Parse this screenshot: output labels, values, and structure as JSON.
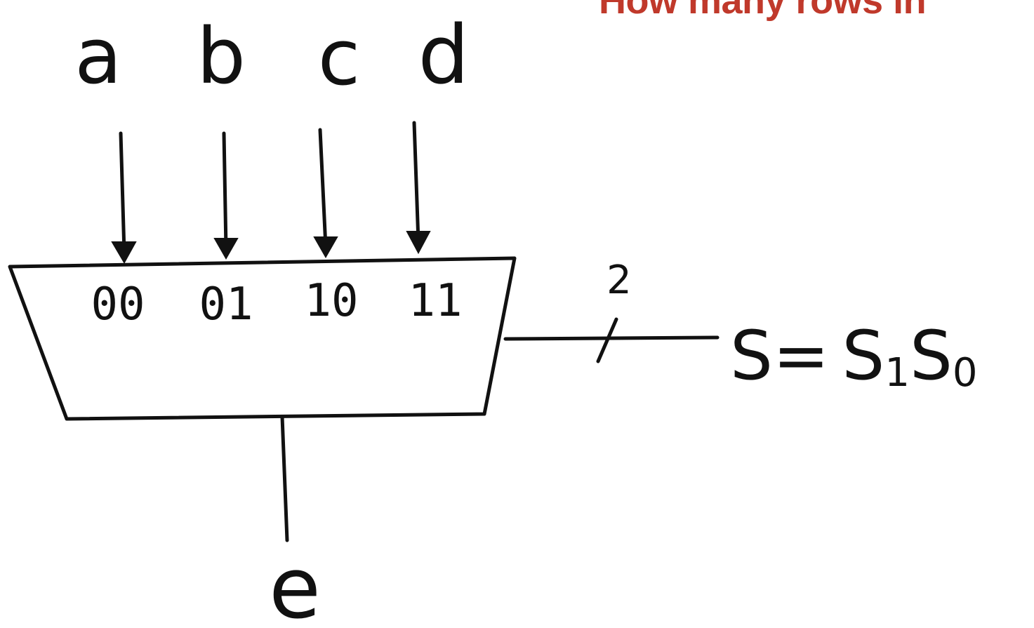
{
  "slide": {
    "title": "How many rows in",
    "title_color": "#c0392b"
  },
  "diagram": {
    "ink_color": "#111111",
    "inputs": [
      {
        "label": "a",
        "code": "00"
      },
      {
        "label": "b",
        "code": "01"
      },
      {
        "label": "c",
        "code": "10"
      },
      {
        "label": "d",
        "code": "11"
      }
    ],
    "select": {
      "width_label": "2",
      "label": "S= S1S0",
      "label_prefix": "S=",
      "s1": "S",
      "s1_sub": "1",
      "s0": "S",
      "s0_sub": "0"
    },
    "output": {
      "label": "e"
    }
  }
}
